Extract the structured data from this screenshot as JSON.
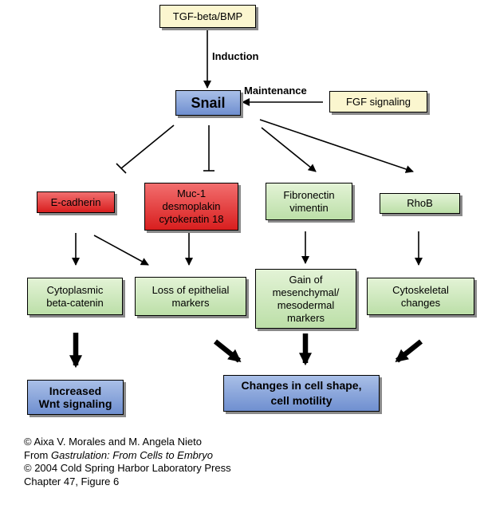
{
  "nodes": {
    "tgf": "TGF-beta/BMP",
    "snail": "Snail",
    "fgf": "FGF signaling",
    "ecad": "E-cadherin",
    "muc": "Muc-1\ndesmoplakin\ncytokeratin 18",
    "fibro": "Fibronectin\nvimentin",
    "rhob": "RhoB",
    "cyto": "Cytoplasmic\nbeta-catenin",
    "loss": "Loss of epithelial\nmarkers",
    "gain": "Gain of\nmesenchymal/\nmesodermal\nmarkers",
    "skel": "Cytoskeletal\nchanges",
    "wnt": "Increased\nWnt signaling",
    "shape": "Changes in cell shape,\ncell motility"
  },
  "labels": {
    "induction": "Induction",
    "maintenance": "Maintenance"
  },
  "credits": {
    "line1": "© Aixa V. Morales and M. Angela Nieto",
    "line2_prefix": "From ",
    "line2_title": "Gastrulation: From Cells to Embryo",
    "line3": "© 2004  Cold Spring Harbor Laboratory Press",
    "line4": "Chapter 47, Figure 6"
  }
}
